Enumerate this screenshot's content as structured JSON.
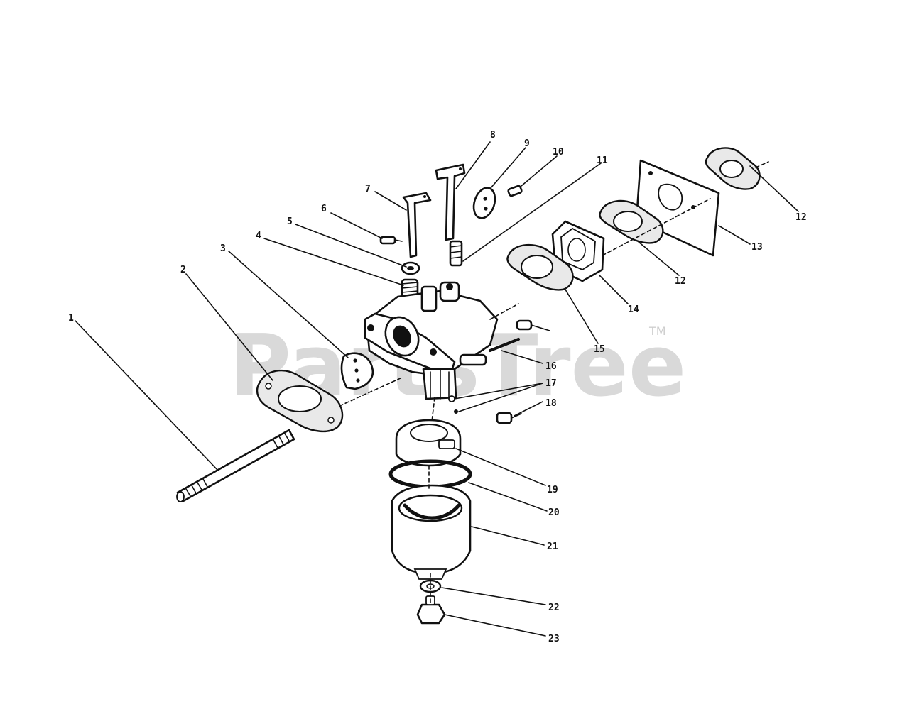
{
  "watermark": {
    "text": "PartsTree",
    "trademark": "TM"
  },
  "callouts": [
    {
      "id": "c1",
      "label": "1"
    },
    {
      "id": "c2",
      "label": "2"
    },
    {
      "id": "c3",
      "label": "3"
    },
    {
      "id": "c4",
      "label": "4"
    },
    {
      "id": "c5",
      "label": "5"
    },
    {
      "id": "c6",
      "label": "6"
    },
    {
      "id": "c7",
      "label": "7"
    },
    {
      "id": "c8",
      "label": "8"
    },
    {
      "id": "c9",
      "label": "9"
    },
    {
      "id": "c10",
      "label": "10"
    },
    {
      "id": "c11",
      "label": "11"
    },
    {
      "id": "c12a",
      "label": "12"
    },
    {
      "id": "c12b",
      "label": "12"
    },
    {
      "id": "c13",
      "label": "13"
    },
    {
      "id": "c14",
      "label": "14"
    },
    {
      "id": "c15",
      "label": "15"
    },
    {
      "id": "c16",
      "label": "16"
    },
    {
      "id": "c17",
      "label": "17"
    },
    {
      "id": "c18",
      "label": "18"
    },
    {
      "id": "c19",
      "label": "19"
    },
    {
      "id": "c20",
      "label": "20"
    },
    {
      "id": "c21",
      "label": "21"
    },
    {
      "id": "c22",
      "label": "22"
    },
    {
      "id": "c23",
      "label": "23"
    }
  ]
}
